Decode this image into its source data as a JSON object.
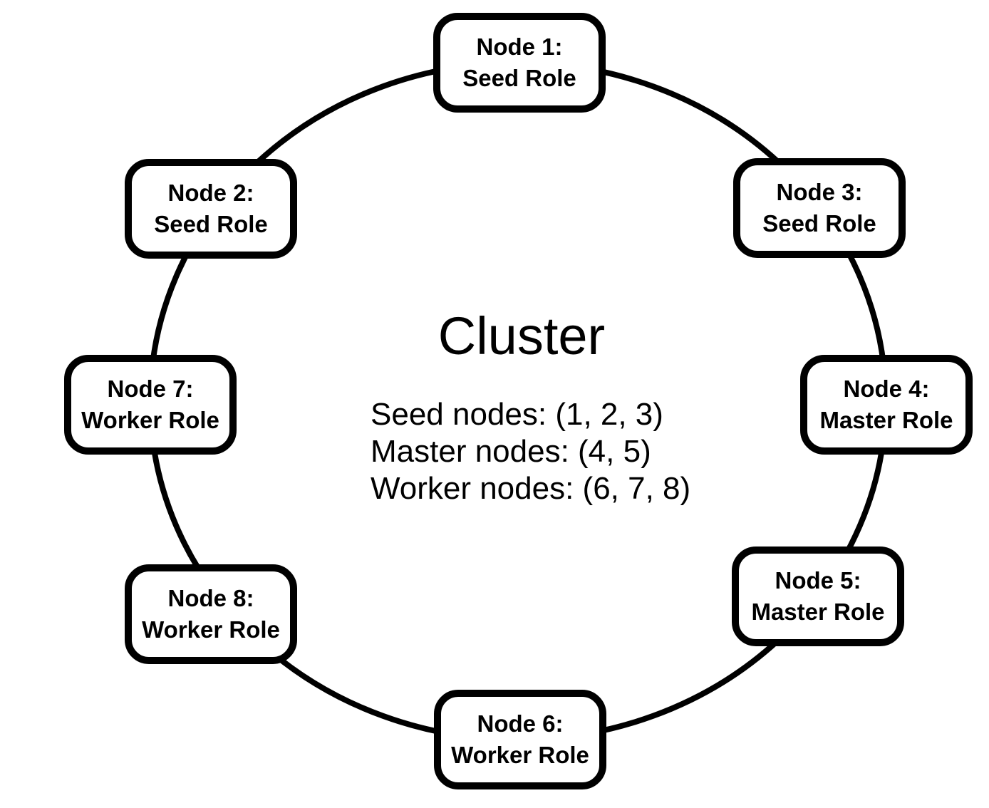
{
  "colors": {
    "line": "#000000",
    "node_fill": "#ffffff",
    "background": "#ffffff"
  },
  "center": {
    "title": "Cluster",
    "lines": [
      "Seed nodes: (1, 2, 3)",
      "Master nodes: (4, 5)",
      "Worker nodes: (6, 7, 8)"
    ]
  },
  "nodes": [
    {
      "line1": "Node 1:",
      "line2": "Seed Role"
    },
    {
      "line1": "Node 2:",
      "line2": "Seed Role"
    },
    {
      "line1": "Node 3:",
      "line2": "Seed Role"
    },
    {
      "line1": "Node 4:",
      "line2": "Master Role"
    },
    {
      "line1": "Node 5:",
      "line2": "Master Role"
    },
    {
      "line1": "Node 6:",
      "line2": "Worker Role"
    },
    {
      "line1": "Node 7:",
      "line2": "Worker Role"
    },
    {
      "line1": "Node 8:",
      "line2": "Worker Role"
    }
  ]
}
